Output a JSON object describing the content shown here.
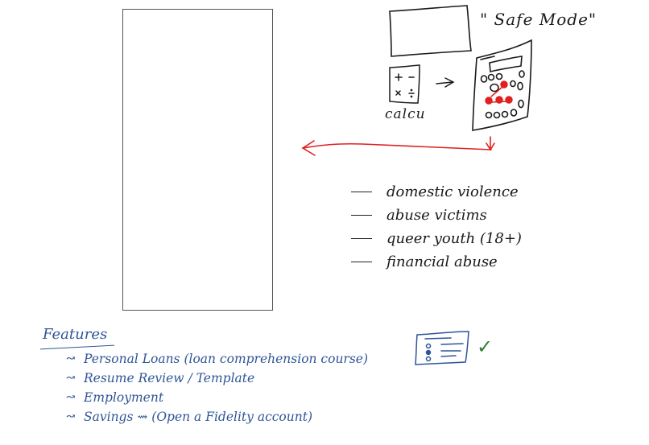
{
  "phone_frame": {
    "label": ""
  },
  "safe_mode": {
    "label": "\" Safe Mode\"",
    "calculator_label": "calcu",
    "calculator_keys": [
      "+",
      "−",
      "×",
      "÷"
    ],
    "transition_arrow": "→"
  },
  "audience": {
    "items": [
      {
        "label": "domestic violence"
      },
      {
        "label": "abuse victims"
      },
      {
        "label": "queer youth (18+)"
      },
      {
        "label": "financial abuse"
      }
    ]
  },
  "features": {
    "title": "Features",
    "bullet_icon": "↝",
    "items": [
      {
        "label": "Personal Loans (loan comprehension course)"
      },
      {
        "label": "Resume Review / Template"
      },
      {
        "label": "Employment"
      },
      {
        "label": "Savings ⇝ (Open a Fidelity account)"
      }
    ],
    "check_icon": "✓"
  },
  "colors": {
    "ink_black": "#1a1a1a",
    "ink_blue": "#2f5597",
    "ink_red": "#e02020",
    "ink_green": "#2e7d32",
    "frame_gray": "#555555"
  }
}
